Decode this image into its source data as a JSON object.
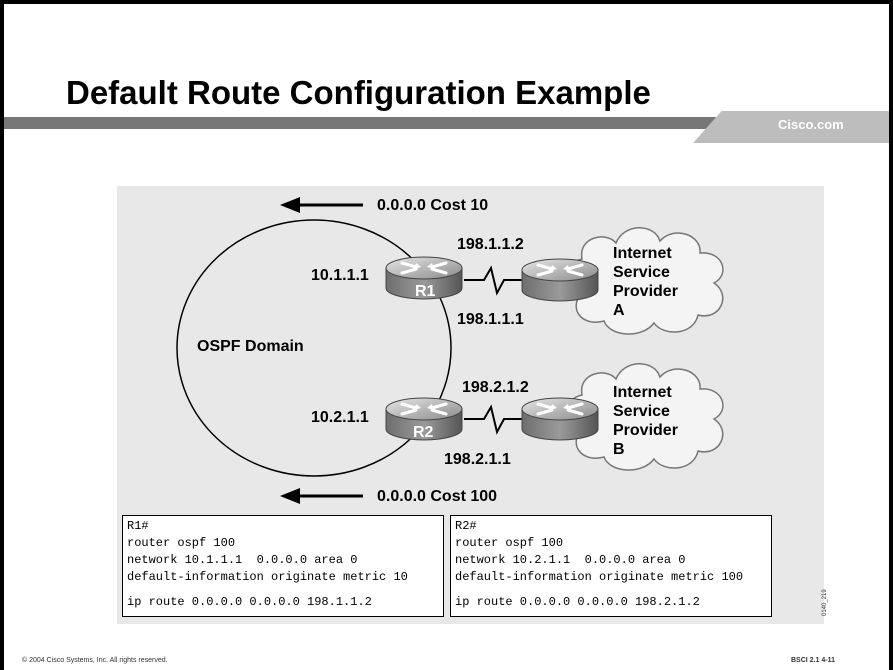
{
  "header": {
    "title": "Default Route Configuration Example",
    "brand": "Cisco.com"
  },
  "diagram": {
    "top_advert": "0.0.0.0 Cost 10",
    "bottom_advert": "0.0.0.0 Cost 100",
    "domain_label": "OSPF Domain",
    "r1": {
      "name": "R1",
      "inside_ip": "10.1.1.1",
      "serial_ip": "198.1.1.1",
      "isp_ip": "198.1.1.2"
    },
    "r2": {
      "name": "R2",
      "inside_ip": "10.2.1.1",
      "serial_ip": "198.2.1.1",
      "isp_ip": "198.2.1.2"
    },
    "isp_a": {
      "line1": "Internet",
      "line2": "Service",
      "line3": "Provider",
      "line4": "A"
    },
    "isp_b": {
      "line1": "Internet",
      "line2": "Service",
      "line3": "Provider",
      "line4": "B"
    }
  },
  "config": {
    "r1": {
      "prompt": "R1#",
      "line1": "router ospf 100",
      "line2": "network 10.1.1.1  0.0.0.0 area 0",
      "line3": "default-information originate metric 10",
      "line4": "ip route 0.0.0.0 0.0.0.0 198.1.1.2"
    },
    "r2": {
      "prompt": "R2#",
      "line1": "router ospf 100",
      "line2": "network 10.2.1.1  0.0.0.0 area 0",
      "line3": "default-information originate metric 100",
      "line4": "ip route 0.0.0.0 0.0.0.0 198.2.1.2"
    }
  },
  "figure_id": "0140_219",
  "footer": {
    "copyright": "© 2004 Cisco Systems, Inc. All rights reserved.",
    "course": "BSCI 2.1   4-11"
  }
}
